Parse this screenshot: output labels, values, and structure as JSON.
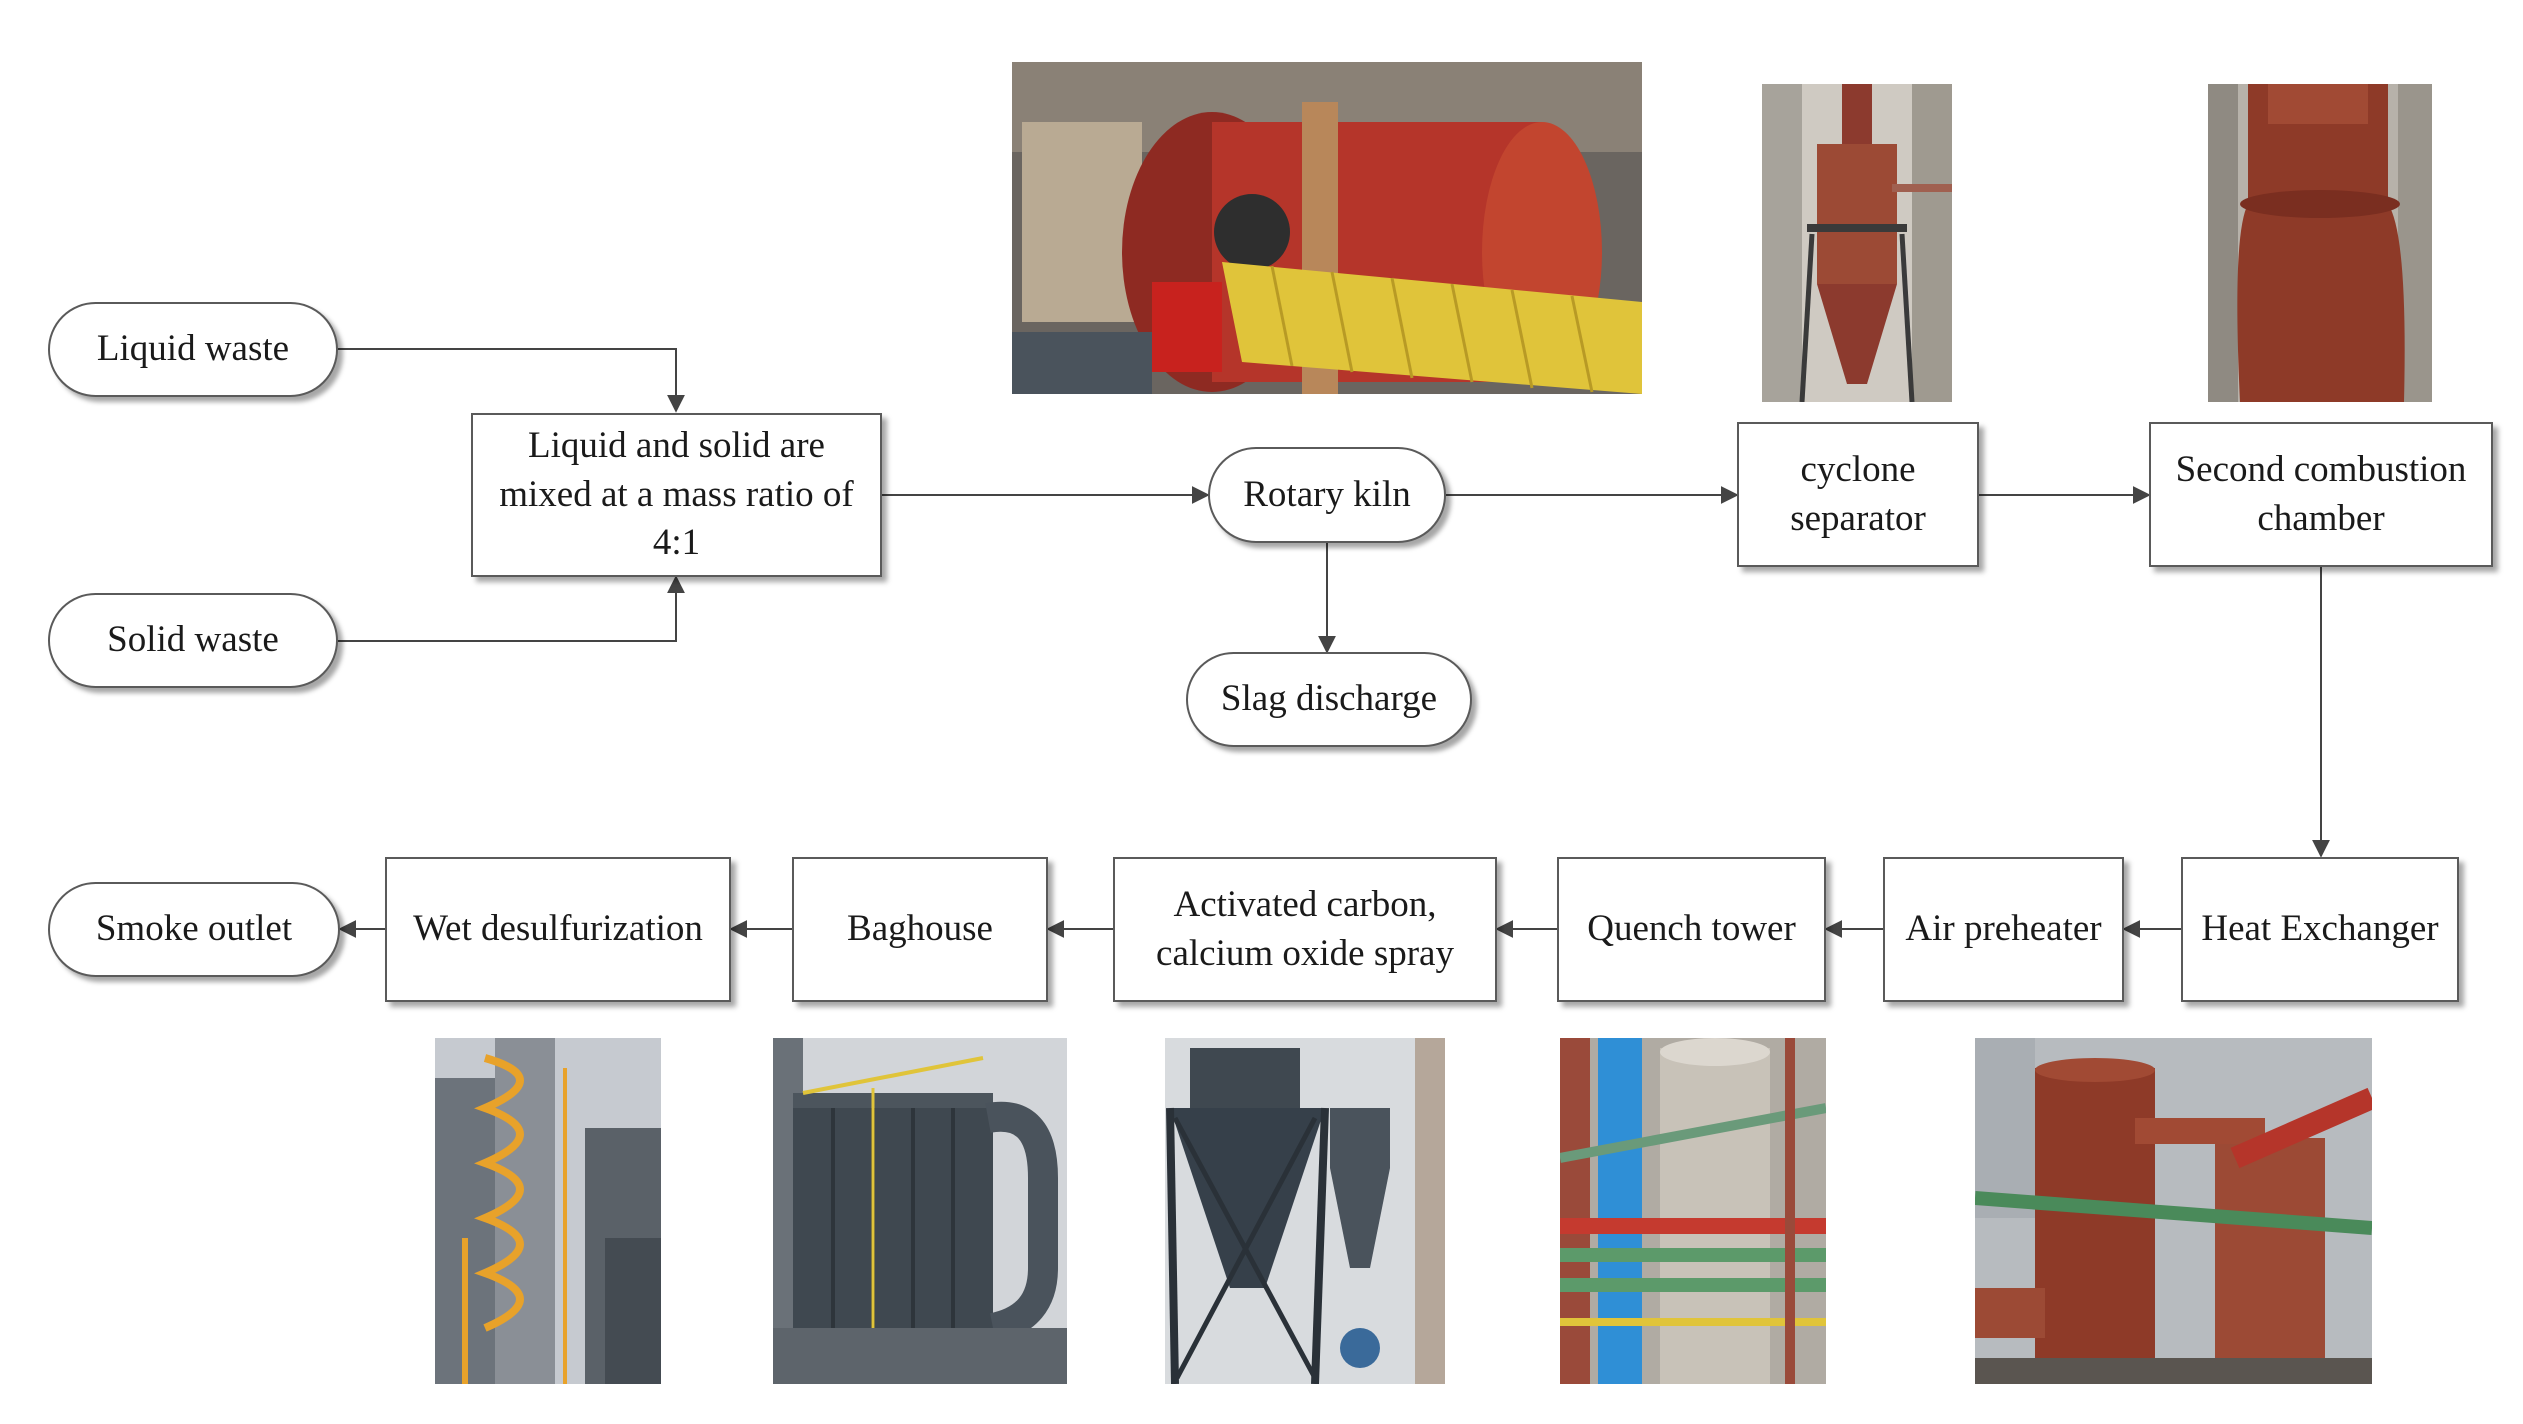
{
  "nodes": {
    "liquid_waste": "Liquid waste",
    "solid_waste": "Solid waste",
    "mixing": "Liquid and solid are\nmixed at a mass ratio of\n4:1",
    "rotary_kiln": "Rotary kiln",
    "slag_discharge": "Slag discharge",
    "cyclone_separator": "cyclone\nseparator",
    "second_combustion": "Second combustion\nchamber",
    "heat_exchanger": "Heat Exchanger",
    "air_preheater": "Air preheater",
    "quench_tower": "Quench tower",
    "activated_carbon": "Activated carbon,\ncalcium oxide spray",
    "baghouse": "Baghouse",
    "wet_desulfurization": "Wet desulfurization",
    "smoke_outlet": "Smoke outlet"
  },
  "colors": {
    "box_border": "#5a5a5a",
    "arrow": "#444444",
    "kiln_red": "#b5352a",
    "rust": "#9c4a35",
    "steel": "#4a535c",
    "grating_yellow": "#e0c43a",
    "stair_orange": "#e8a22a"
  }
}
